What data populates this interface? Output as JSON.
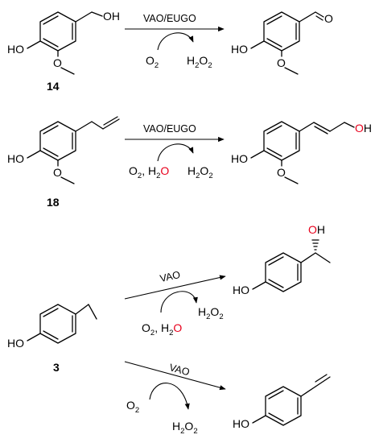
{
  "reactions": [
    {
      "compound_number": "14",
      "enzyme": "VAO/EUGO",
      "reagent": {
        "pre": "O",
        "sub": "2"
      },
      "product_byproduct": {
        "a": "H",
        "sub1": "2",
        "b": "O",
        "sub2": "2"
      },
      "substrate_labels": {
        "oh": "OH",
        "ho": "HO",
        "o": "O"
      },
      "product_labels": {
        "aldehyde_o": "O",
        "ho": "HO",
        "o": "O"
      }
    },
    {
      "compound_number": "18",
      "enzyme": "VAO/EUGO",
      "reagent": {
        "pre": "O",
        "sub": "2",
        "mid": ", H",
        "sub2": "2",
        "o_red": "O"
      },
      "product_byproduct": {
        "a": "H",
        "sub1": "2",
        "b": "O",
        "sub2": "2"
      },
      "substrate_labels": {
        "ho": "HO",
        "o": "O"
      },
      "product_labels": {
        "o_red": "O",
        "h": "H",
        "ho": "HO",
        "o": "O"
      }
    },
    {
      "compound_number": "3",
      "substrate_labels": {
        "ho": "HO"
      },
      "upper": {
        "enzyme": "VAO",
        "reagent": {
          "pre": "O",
          "sub": "2",
          "mid": ", H",
          "sub2": "2",
          "o_red": "O"
        },
        "byproduct": {
          "a": "H",
          "sub1": "2",
          "b": "O",
          "sub2": "2"
        },
        "product_labels": {
          "o_red": "O",
          "h": "H",
          "ho": "HO"
        }
      },
      "lower": {
        "enzyme": "VAO",
        "reagent": {
          "pre": "O",
          "sub": "2"
        },
        "byproduct": {
          "a": "H",
          "sub1": "2",
          "b": "O",
          "sub2": "2"
        },
        "product_labels": {
          "ho": "HO"
        }
      }
    }
  ],
  "colors": {
    "oxygen_highlight": "#e8001c",
    "ink": "#000000"
  }
}
